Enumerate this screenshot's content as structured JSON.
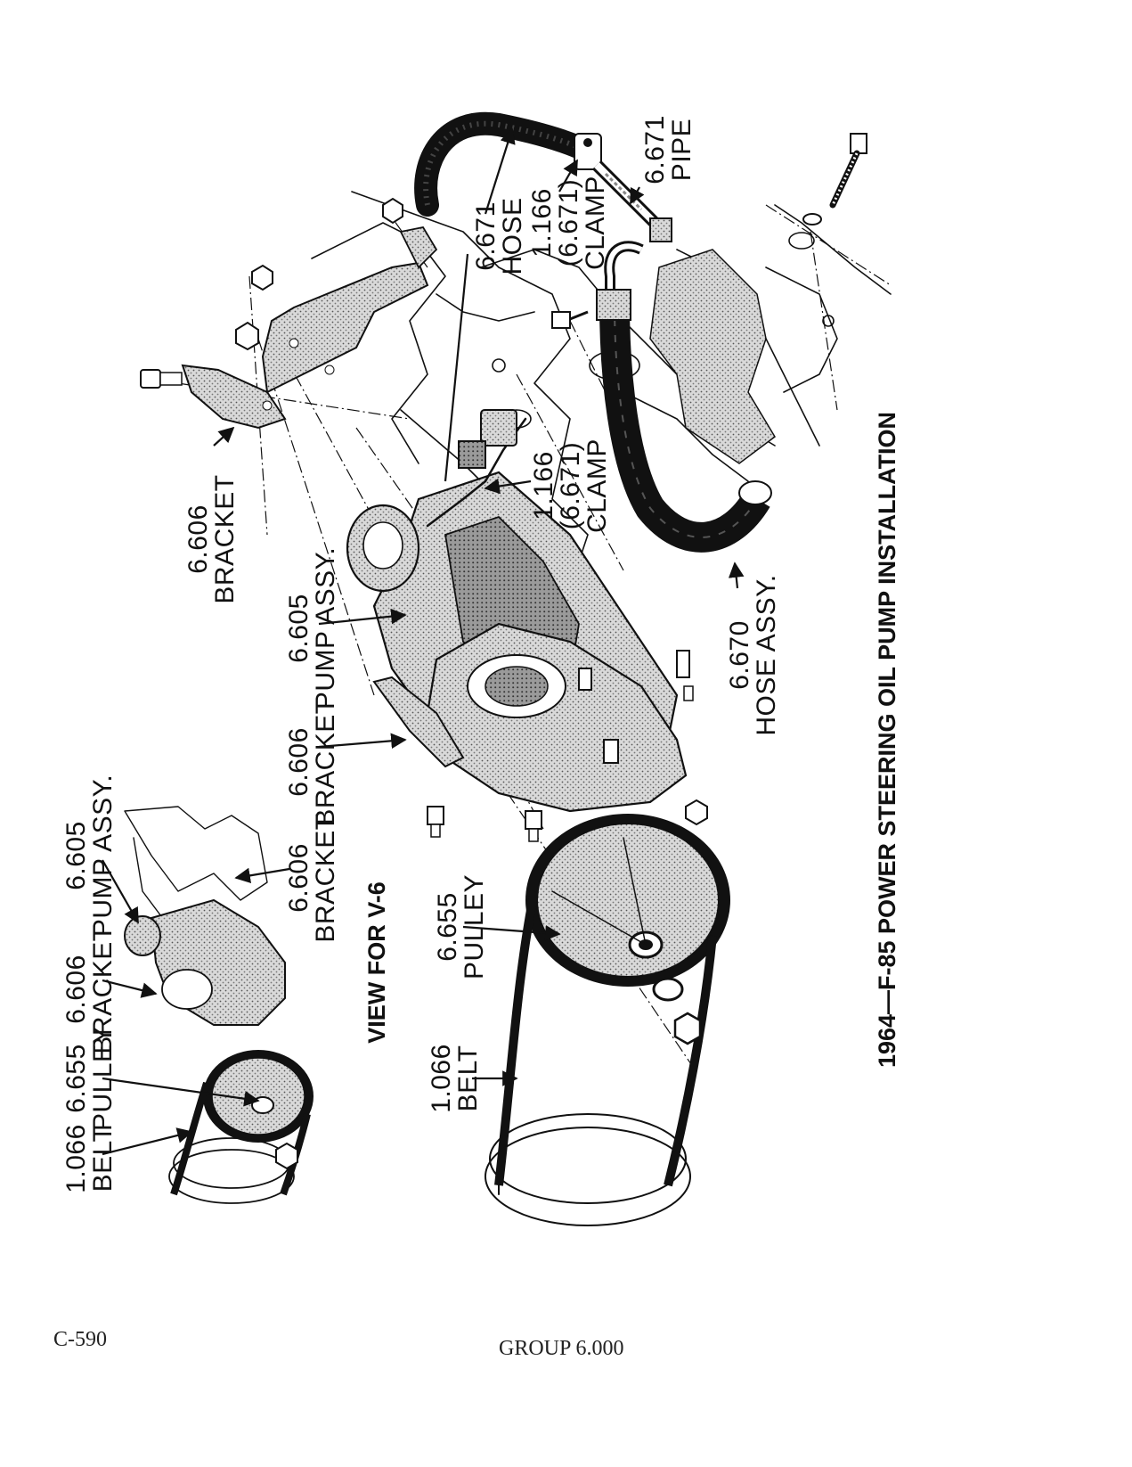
{
  "caption": "1964—F-85 POWER STEERING OIL PUMP INSTALLATION",
  "inset_title": "VIEW FOR V-6",
  "callouts": {
    "bracket_top": [
      "6.606",
      "BRACKET"
    ],
    "pump_assy": [
      "6.605",
      "PUMP ASSY."
    ],
    "bracket_mid": [
      "6.606",
      "BRACKET"
    ],
    "clamp_mid": [
      "1.166",
      "(6.671)",
      "CLAMP"
    ],
    "hose_top": [
      "6.671",
      "HOSE"
    ],
    "clamp_top": [
      "1.166",
      "(6.671)",
      "CLAMP"
    ],
    "pipe": [
      "6.671",
      "PIPE"
    ],
    "hose_assy": [
      "6.670",
      "HOSE ASSY."
    ],
    "pulley_main": [
      "6.655",
      "PULLEY"
    ],
    "belt_main": [
      "1.066",
      "BELT"
    ],
    "inset_pump": [
      "6.605",
      "PUMP ASSY."
    ],
    "inset_bracket": [
      "6.606",
      "BRACKET"
    ],
    "inset_bracket2": [
      "6.606",
      "BRACKET"
    ],
    "inset_pulley": [
      "6.655",
      "PULLEY"
    ],
    "inset_belt": [
      "1.066",
      "BELT"
    ]
  },
  "footer": {
    "page_number": "C-590",
    "group": "GROUP 6.000"
  }
}
